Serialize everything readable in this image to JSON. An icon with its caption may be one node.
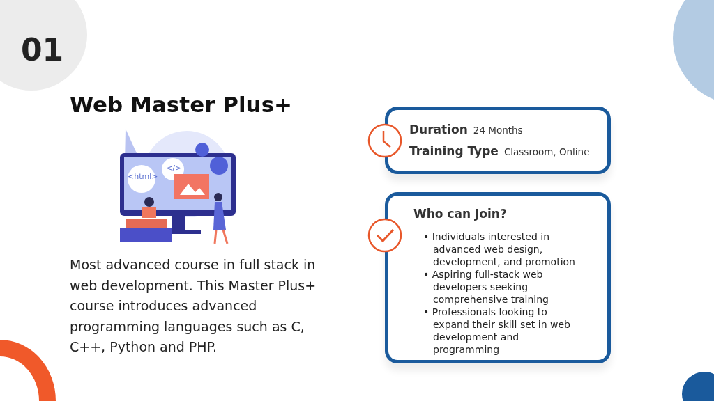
{
  "diagram": {
    "title": "Web Master Plus+",
    "nodes": [
      {
        "text": [
          "Duration",
          "24 Months",
          "Training Type",
          "Classroom, Online"
        ]
      },
      {
        "text": [
          "Who can Join?",
          "• Individuals interested in advanced web design, development, and promotion",
          "• Aspiring full-stack web developers seeking comprehensive training",
          "• Professionals looking to expand their skill set in web development and programming"
        ]
      }
    ],
    "labels": [
      "01",
      "Most advanced course in full stack in web development. This Master Plus+ course introduces advanced programming languages such as C, C++, Python and PHP.",
      "<html>",
      "</>"
    ]
  }
}
